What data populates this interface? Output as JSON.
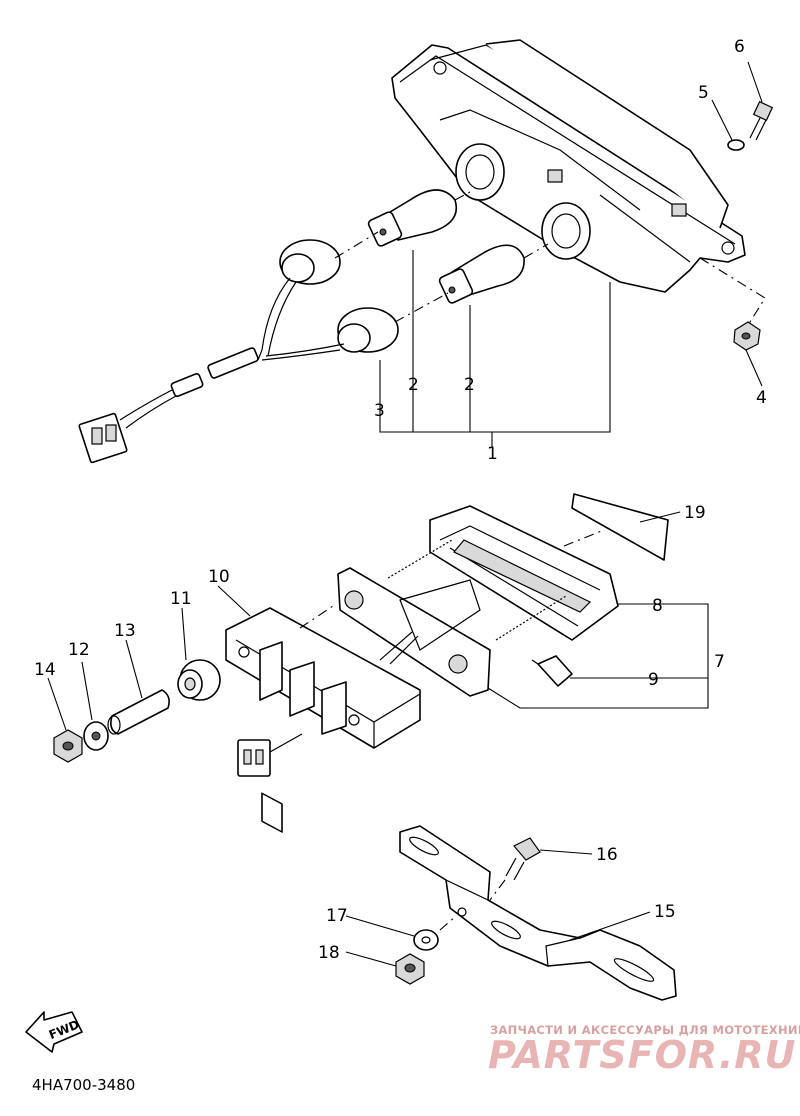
{
  "diagram": {
    "callouts": [
      "1",
      "2",
      "2",
      "3",
      "4",
      "5",
      "6",
      "7",
      "8",
      "9",
      "10",
      "11",
      "12",
      "13",
      "14",
      "15",
      "16",
      "17",
      "18",
      "19"
    ],
    "drawing_code": "4HA700-3480",
    "direction_label": "FWD"
  },
  "watermark": {
    "tagline": "ЗАПЧАСТИ И АКСЕССУАРЫ ДЛЯ МОТОТЕХНИКИ",
    "brand": "PARTSFOR.RU"
  }
}
